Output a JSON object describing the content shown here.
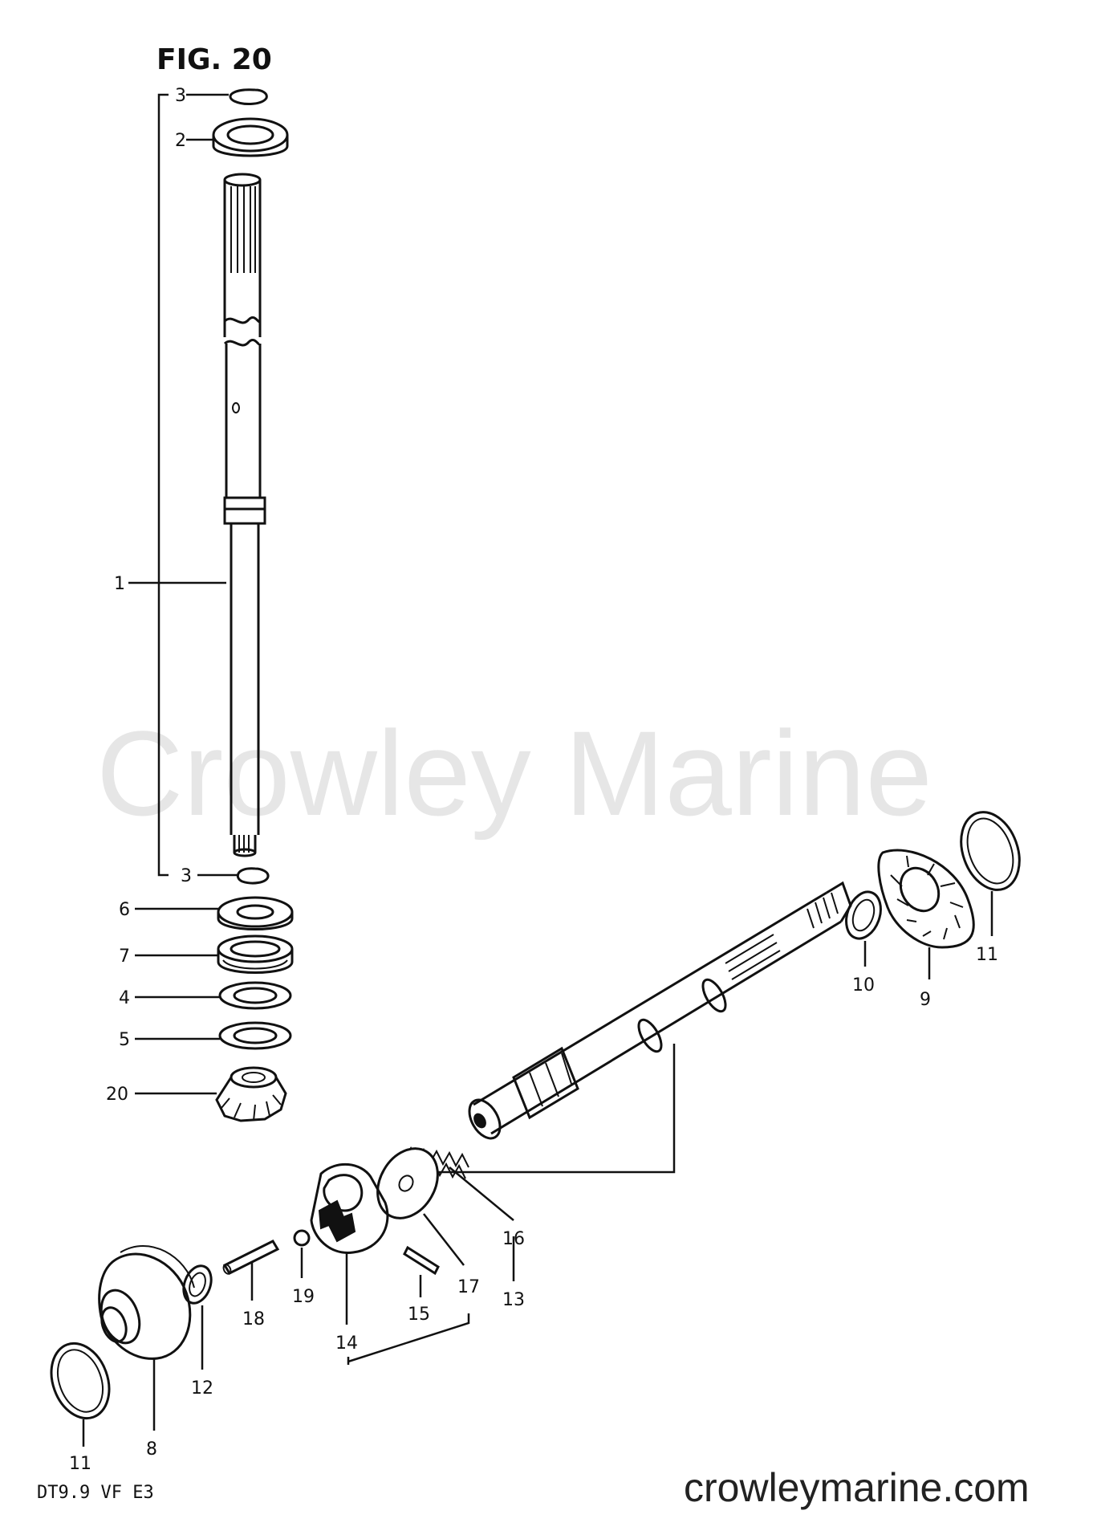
{
  "figure": {
    "title": "FIG. 20",
    "model_code": "DT9.9 VF E3",
    "watermark": "Crowley Marine",
    "website": "crowleymarine.com"
  },
  "callouts": [
    "1",
    "2",
    "3",
    "3",
    "4",
    "5",
    "6",
    "7",
    "8",
    "9",
    "10",
    "11",
    "11",
    "12",
    "13",
    "14",
    "15",
    "16",
    "17",
    "18",
    "19",
    "20"
  ]
}
